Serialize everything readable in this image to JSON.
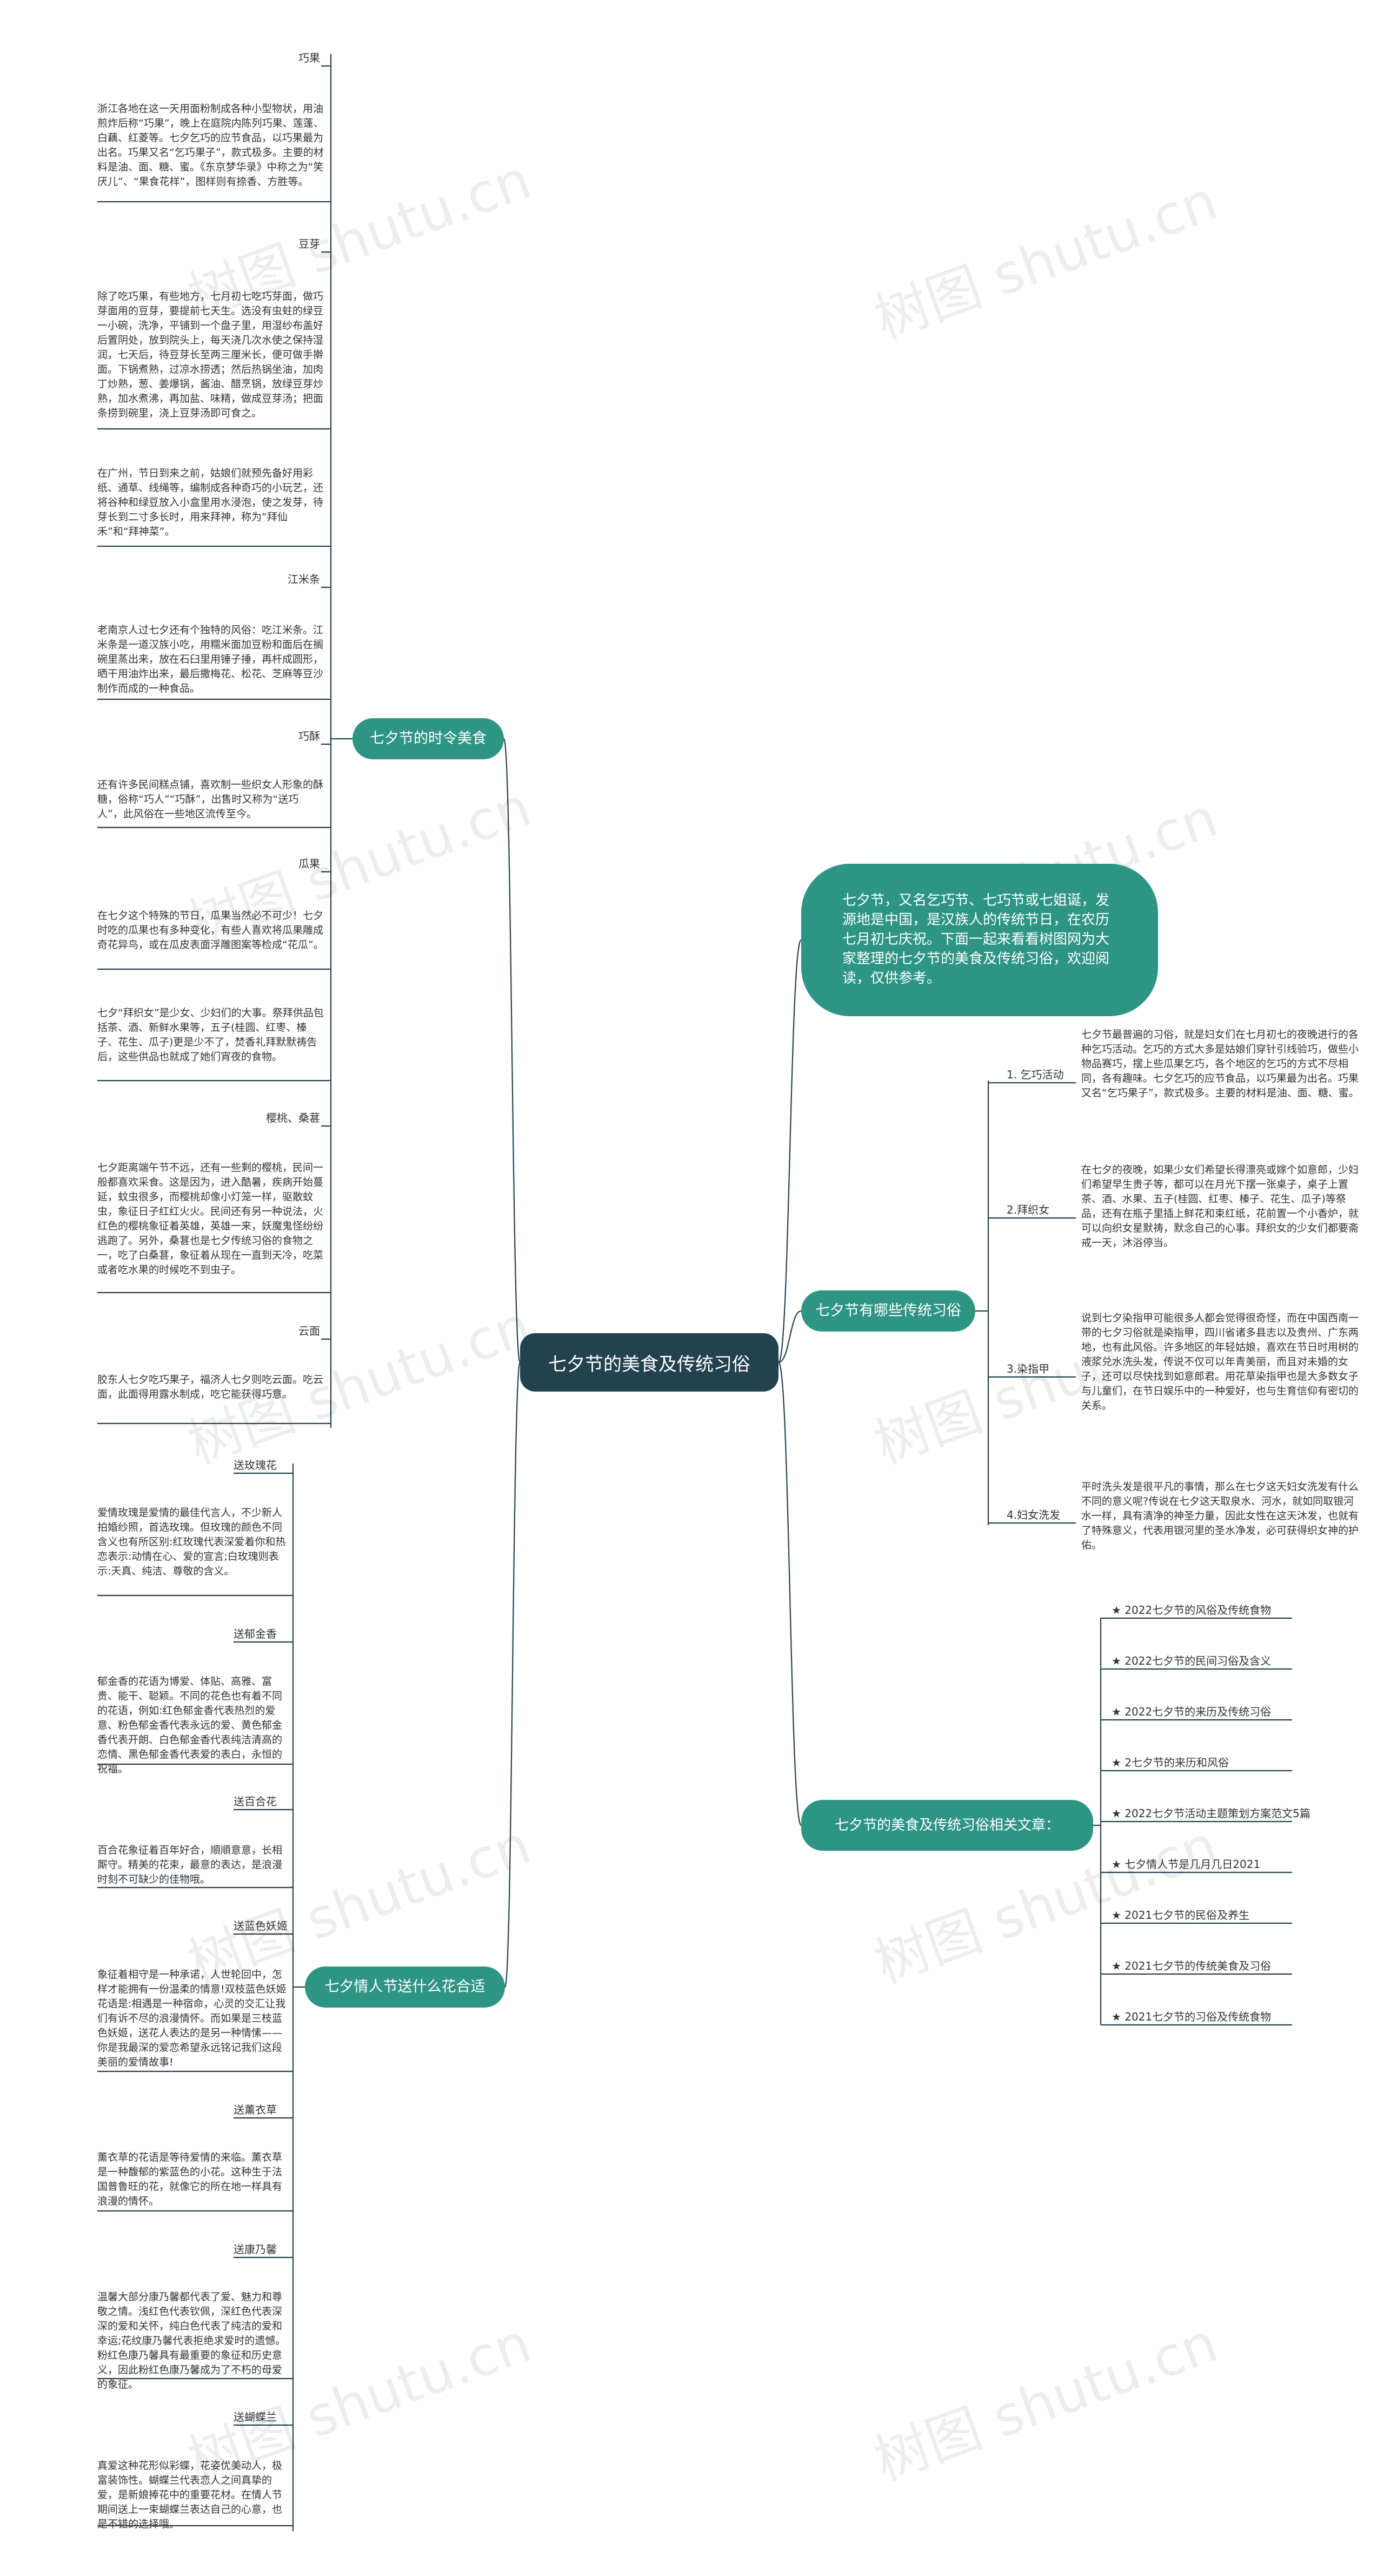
{
  "root": "七夕节的美食及传统习俗",
  "intro": "七夕节，又名乞巧节、七巧节或七姐诞，发源地是中国，是汉族人的传统节日，在农历七月初七庆祝。下面一起来看看树图网为大家整理的七夕节的美食及传统习俗，欢迎阅读，仅供参考。",
  "watermark": "树图 shutu.cn",
  "colors": {
    "root": "#23424f",
    "branch": "#2e9585",
    "line": "#23424f"
  },
  "food": {
    "title": "七夕节的时令美食",
    "items": [
      {
        "label": "巧果",
        "text": "浙江各地在这一天用面粉制成各种小型物状，用油煎炸后称“巧果”，晚上在庭院内陈列巧果、莲蓬、白藕、红菱等。七夕乞巧的应节食品，以巧果最为出名。巧果又名“乞巧果子”，款式极多。主要的材料是油、面、糖、蜜。《东京梦华录》中称之为“笑厌儿”、“果食花样”，图样则有捺香、方胜等。"
      },
      {
        "label": "豆芽",
        "text": "除了吃巧果，有些地方，七月初七吃巧芽面，做巧芽面用的豆芽，要提前七天生。选没有虫蛀的绿豆一小碗，洗净，平铺到一个盘子里，用湿纱布盖好后置阴处，放到院头上，每天浇几次水使之保持湿润，七天后，待豆芽长至两三厘米长，便可做手擀面。下锅煮熟，过凉水捞透；然后热锅坐油，加肉丁炒熟，葱、姜爆锅，酱油、醋烹锅，放绿豆芽炒熟，加水煮沸，再加盐、味精，做成豆芽汤；把面条捞到碗里，浇上豆芽汤即可食之。"
      },
      {
        "label": "",
        "text": "在广州，节日到来之前，姑娘们就预先备好用彩纸、通草、线绳等，编制成各种奇巧的小玩艺，还将谷种和绿豆放入小盒里用水浸泡，使之发芽，待芽长到二寸多长时，用来拜神，称为“拜仙禾”和“拜神菜”。"
      },
      {
        "label": "江米条",
        "text": "老南京人过七夕还有个独特的风俗：吃江米条。江米条是一道汉族小吃，用糯米面加豆粉和面后在搁碗里蒸出来，放在石臼里用锤子捶，再杆成圆形，晒干用油炸出来，最后撒梅花、松花、芝麻等豆沙制作而成的一种食品。"
      },
      {
        "label": "巧酥",
        "text": "还有许多民间糕点铺，喜欢制一些织女人形象的酥糖，俗称“巧人”“巧酥”，出售时又称为“送巧人”，此风俗在一些地区流传至今。"
      },
      {
        "label": "瓜果",
        "text": "在七夕这个特殊的节日，瓜果当然必不可少！七夕时吃的瓜果也有多种变化，有些人喜欢将瓜果雕成奇花异鸟，或在瓜皮表面浮雕图案等检成“花瓜”。"
      },
      {
        "label": "",
        "text": "七夕“拜织女”是少女、少妇们的大事。祭拜供品包括茶、酒、新鲜水果等，五子(桂圆、红枣、榛子、花生、瓜子)更是少不了，焚香礼拜默默祷告后，这些供品也就成了她们宵夜的食物。"
      },
      {
        "label": "樱桃、桑葚",
        "text": "七夕距离端午节不远，还有一些剩的樱桃，民间一般都喜欢采食。这是因为，进入酷暑，疾病开始蔓延，蚊虫很多，而樱桃却像小灯笼一样，驱散蚊虫，象征日子红红火火。民间还有另一种说法，火红色的樱桃象征着英雄，英雄一来，妖魔鬼怪纷纷逃跑了。另外，桑葚也是七夕传统习俗的食物之一，吃了白桑葚，象征着从现在一直到天冷，吃菜或者吃水果的时候吃不到虫子。"
      },
      {
        "label": "云面",
        "text": "胶东人七夕吃巧果子，福济人七夕则吃云面。吃云面，此面得用露水制成，吃它能获得巧意。"
      }
    ]
  },
  "customs": {
    "title": "七夕节有哪些传统习俗",
    "items": [
      {
        "label": "1. 乞巧活动",
        "text": "七夕节最普遍的习俗，就是妇女们在七月初七的夜晚进行的各种乞巧活动。乞巧的方式大多是姑娘们穿针引线验巧，做些小物品赛巧，摆上些瓜果乞巧，各个地区的乞巧的方式不尽相同，各有趣味。七夕乞巧的应节食品，以巧果最为出名。巧果又名“乞巧果子”，款式极多。主要的材料是油、面、糖、蜜。"
      },
      {
        "label": "2.拜织女",
        "text": "在七夕的夜晚，如果少女们希望长得漂亮或嫁个如意郎，少妇们希望早生贵子等，都可以在月光下摆一张桌子，桌子上置茶、酒、水果、五子(桂圆、红枣、榛子、花生、瓜子)等祭品，还有在瓶子里插上鲜花和束红纸，花前置一个小香炉，就可以向织女星默祷，默念自己的心事。拜织女的少女们都要斋戒一天，沐浴停当。"
      },
      {
        "label": "3.染指甲",
        "text": "说到七夕染指甲可能很多人都会觉得很奇怪，而在中国西南一带的七夕习俗就是染指甲，四川省诸多县志以及贵州、广东两地，也有此风俗。许多地区的年轻姑娘，喜欢在节日时用树的液浆兑水洗头发，传说不仅可以年青美丽，而且对未婚的女子，还可以尽快找到如意郎君。用花草染指甲也是大多数女子与儿童们，在节日娱乐中的一种爱好，也与生育信仰有密切的关系。"
      },
      {
        "label": "4.妇女洗发",
        "text": "平时洗头发是很平凡的事情，那么在七夕这天妇女洗发有什么不同的意义呢?传说在七夕这天取泉水、河水，就如同取银河水一样，具有清净的神圣力量，因此女性在这天沐发，也就有了特殊意义，代表用银河里的圣水净发，必可获得织女神的护佑。"
      }
    ]
  },
  "related": {
    "title": "七夕节的美食及传统习俗相关文章：",
    "items": [
      "★ 2022七夕节的风俗及传统食物",
      "★ 2022七夕节的民间习俗及含义",
      "★ 2022七夕节的来历及传统习俗",
      "★ 2七夕节的来历和风俗",
      "★ 2022七夕节活动主题策划方案范文5篇",
      "★ 七夕情人节是几月几日2021",
      "★ 2021七夕节的民俗及养生",
      "★ 2021七夕节的传统美食及习俗",
      "★ 2021七夕节的习俗及传统食物"
    ]
  },
  "flowers": {
    "title": "七夕情人节送什么花合适",
    "items": [
      {
        "label": "送玫瑰花",
        "text": "爱情玫瑰是爱情的最佳代言人，不少新人拍婚纱照，首选玫瑰。但玫瑰的颜色不同含义也有所区别:红玫瑰代表深爱着你和热恋表示:动情在心、爱的宣言;白玫瑰则表示:天真、纯洁、尊敬的含义。"
      },
      {
        "label": "送郁金香",
        "text": "郁金香的花语为博爱、体贴、高雅、富贵、能干、聪颖。不同的花色也有着不同的花语，例如:红色郁金香代表热烈的爱意、粉色郁金香代表永远的爱、黄色郁金香代表开朗、白色郁金香代表纯洁清高的恋情、黑色郁金香代表爱的表白，永恒的祝福。"
      },
      {
        "label": "送百合花",
        "text": "百合花象征着百年好合，順順意意，长相厮守。精美的花束，最意的表达，是浪漫时刻不可缺少的佳物哦。"
      },
      {
        "label": "送蓝色妖姬",
        "text": "象征着相守是一种承诺，人世轮回中，怎样才能拥有一份温柔的情意!双枝蓝色妖姬花语是:相遇是一种宿命，心灵的交汇让我们有诉不尽的浪漫情怀。而如果是三枝蓝色妖姬，送花人表达的是另一种情愫——你是我最深的爱恋希望永远铭记我们这段美丽的爱情故事!"
      },
      {
        "label": "送薰衣草",
        "text": "薰衣草的花语是等待爱情的来临。薰衣草是一种馥郁的紫蓝色的小花。这种生于法国普鲁旺的花，就像它的所在地一样具有浪漫的情怀。"
      },
      {
        "label": "送康乃馨",
        "text": "温馨大部分康乃馨都代表了爱、魅力和尊敬之情。浅红色代表钦佩，深红色代表深深的爱和关怀，纯白色代表了纯洁的爱和幸运;花纹康乃馨代表拒绝求爱时的遗憾。粉红色康乃馨具有最重要的象征和历史意义，因此粉红色康乃馨成为了不朽的母爱的象征。"
      },
      {
        "label": "送蝴蝶兰",
        "text": "真爱这种花形似彩蝶，花姿优美动人，极富装饰性。蝴蝶兰代表恋人之间真挚的爱，是新娘捧花中的重要花材。在情人节期间送上一束蝴蝶兰表达自己的心意，也是不错的选择哦。"
      }
    ]
  }
}
